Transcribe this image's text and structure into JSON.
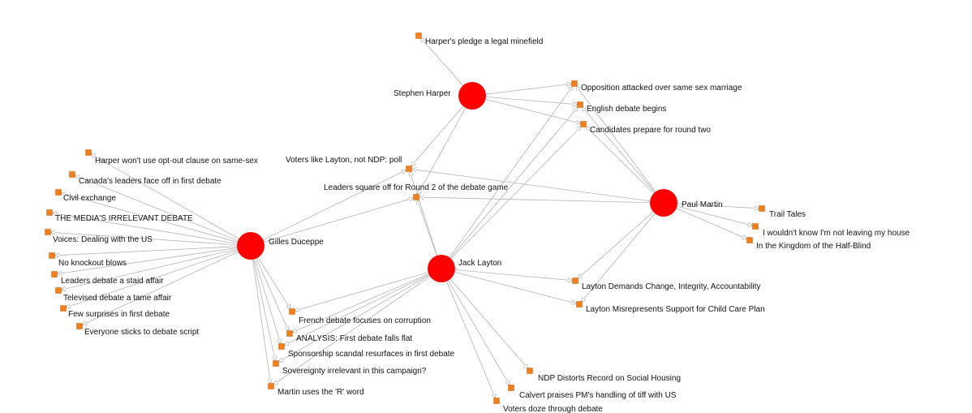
{
  "colors": {
    "person": "#ff0000",
    "article": "#f07f1e",
    "edge": "#b4b4b4",
    "background": "#ffffff"
  },
  "people": [
    {
      "id": "harper",
      "label": "Stephen Harper"
    },
    {
      "id": "martin",
      "label": "Paul Martin"
    },
    {
      "id": "duceppe",
      "label": "Gilles Duceppe"
    },
    {
      "id": "layton",
      "label": "Jack Layton"
    }
  ],
  "articles": [
    {
      "id": "a1",
      "label": "Harper's pledge a legal minefield"
    },
    {
      "id": "a2",
      "label": "Opposition attacked over same sex marriage"
    },
    {
      "id": "a3",
      "label": "English debate begins"
    },
    {
      "id": "a4",
      "label": "Candidates prepare for round two"
    },
    {
      "id": "a5",
      "label": "Voters like Layton, not NDP: poll"
    },
    {
      "id": "a6",
      "label": "Leaders square off for Round 2 of the debate game"
    },
    {
      "id": "a7",
      "label": "Harper won't use opt-out clause on same-sex"
    },
    {
      "id": "a8",
      "label": "Canada's leaders face off in first debate"
    },
    {
      "id": "a9",
      "label": "Civil exchange"
    },
    {
      "id": "a10",
      "label": "THE MEDIA'S IRRELEVANT DEBATE"
    },
    {
      "id": "a11",
      "label": "Voices: Dealing with the US"
    },
    {
      "id": "a12",
      "label": "No knockout blows"
    },
    {
      "id": "a13",
      "label": "Leaders debate a staid affair"
    },
    {
      "id": "a14",
      "label": "Televised debate a tame affair"
    },
    {
      "id": "a15",
      "label": "Few surprises in first debate"
    },
    {
      "id": "a16",
      "label": "Everyone sticks to debate script"
    },
    {
      "id": "a17",
      "label": "Trail Tales"
    },
    {
      "id": "a18",
      "label": "I wouldn't know I'm not leaving my house"
    },
    {
      "id": "a19",
      "label": "In the Kingdom of the Half-Blind"
    },
    {
      "id": "a20",
      "label": "Layton Demands Change, Integrity, Accountability"
    },
    {
      "id": "a21",
      "label": "Layton Misrepresents Support for Child Care Plan"
    },
    {
      "id": "a22",
      "label": "French debate focuses on corruption"
    },
    {
      "id": "a23",
      "label": "ANALYSIS: First debate falls flat"
    },
    {
      "id": "a24",
      "label": "Sponsorship scandal resurfaces in first debate"
    },
    {
      "id": "a25",
      "label": "Sovereignty irrelevant in this campaign?"
    },
    {
      "id": "a26",
      "label": "Martin uses the 'R' word"
    },
    {
      "id": "a27",
      "label": "NDP Distorts Record on Social Housing"
    },
    {
      "id": "a28",
      "label": "Calvert praises PM's handling of tiff with US"
    },
    {
      "id": "a29",
      "label": "Voters doze through debate"
    }
  ],
  "edges": [
    [
      "harper",
      "a1"
    ],
    [
      "harper",
      "a2"
    ],
    [
      "harper",
      "a3"
    ],
    [
      "harper",
      "a4"
    ],
    [
      "harper",
      "a6"
    ],
    [
      "harper",
      "a5"
    ],
    [
      "martin",
      "a2"
    ],
    [
      "martin",
      "a3"
    ],
    [
      "martin",
      "a4"
    ],
    [
      "martin",
      "a5"
    ],
    [
      "martin",
      "a6"
    ],
    [
      "martin",
      "a17"
    ],
    [
      "martin",
      "a18"
    ],
    [
      "martin",
      "a19"
    ],
    [
      "martin",
      "a20"
    ],
    [
      "martin",
      "a21"
    ],
    [
      "duceppe",
      "a5"
    ],
    [
      "duceppe",
      "a6"
    ],
    [
      "duceppe",
      "a7"
    ],
    [
      "duceppe",
      "a8"
    ],
    [
      "duceppe",
      "a9"
    ],
    [
      "duceppe",
      "a10"
    ],
    [
      "duceppe",
      "a11"
    ],
    [
      "duceppe",
      "a12"
    ],
    [
      "duceppe",
      "a13"
    ],
    [
      "duceppe",
      "a14"
    ],
    [
      "duceppe",
      "a15"
    ],
    [
      "duceppe",
      "a16"
    ],
    [
      "duceppe",
      "a22"
    ],
    [
      "duceppe",
      "a23"
    ],
    [
      "duceppe",
      "a24"
    ],
    [
      "duceppe",
      "a25"
    ],
    [
      "duceppe",
      "a26"
    ],
    [
      "layton",
      "a2"
    ],
    [
      "layton",
      "a3"
    ],
    [
      "layton",
      "a4"
    ],
    [
      "layton",
      "a5"
    ],
    [
      "layton",
      "a6"
    ],
    [
      "layton",
      "a20"
    ],
    [
      "layton",
      "a21"
    ],
    [
      "layton",
      "a22"
    ],
    [
      "layton",
      "a23"
    ],
    [
      "layton",
      "a24"
    ],
    [
      "layton",
      "a25"
    ],
    [
      "layton",
      "a26"
    ],
    [
      "layton",
      "a27"
    ],
    [
      "layton",
      "a28"
    ],
    [
      "layton",
      "a29"
    ]
  ]
}
